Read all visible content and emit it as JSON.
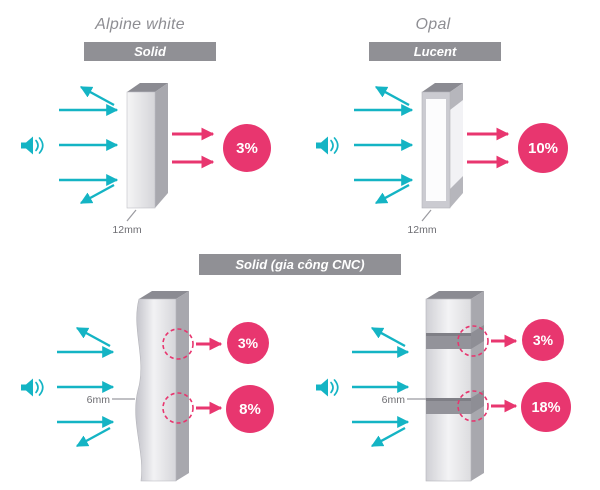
{
  "colors": {
    "teal": "#14b4c4",
    "pink": "#e8366f",
    "bar_gray": "#909095",
    "title_gray": "#8e8e93"
  },
  "icons": {
    "speaker": "speaker-icon"
  },
  "top_left": {
    "title": "Alpine white",
    "badge": "Solid",
    "thickness": "12mm",
    "percent": "3%"
  },
  "top_right": {
    "title": "Opal",
    "badge": "Lucent",
    "thickness": "12mm",
    "percent": "10%"
  },
  "cnc_header": "Solid (gia công CNC)",
  "bottom_left": {
    "thickness": "6mm",
    "percent_top": "3%",
    "percent_bottom": "8%"
  },
  "bottom_right": {
    "thickness": "6mm",
    "percent_top": "3%",
    "percent_bottom": "18%"
  }
}
